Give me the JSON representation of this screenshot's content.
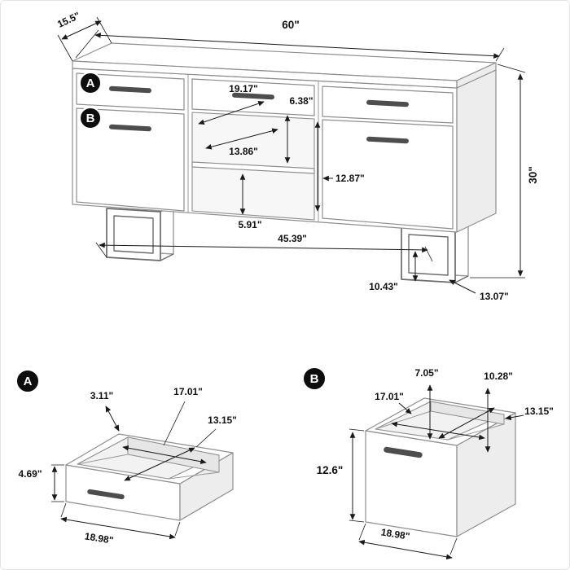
{
  "diagram": {
    "main": {
      "marker_a": "A",
      "marker_b": "B",
      "dim_width": "60\"",
      "dim_depth": "15.5\"",
      "dim_height": "30\"",
      "dim_inner_width": "19.17\"",
      "dim_shelf_upper": "6.38\"",
      "dim_inner_depth": "13.86\"",
      "dim_right_inner_height": "12.87\"",
      "dim_shelf_lower": "5.91\"",
      "dim_leg_span": "45.39\"",
      "dim_leg_height": "10.43\"",
      "dim_leg_depth": "13.07\""
    },
    "drawer_a": {
      "marker": "A",
      "dim_rail": "3.11\"",
      "dim_inner_width": "17.01\"",
      "dim_inner_depth": "13.15\"",
      "dim_front_height": "4.69\"",
      "dim_width": "18.98\""
    },
    "drawer_b": {
      "marker": "B",
      "dim_back_height": "7.05\"",
      "dim_inner_height": "10.28\"",
      "dim_inner_width": "17.01\"",
      "dim_inner_depth": "13.15\"",
      "dim_front_height": "12.6\"",
      "dim_width": "18.98\""
    }
  }
}
